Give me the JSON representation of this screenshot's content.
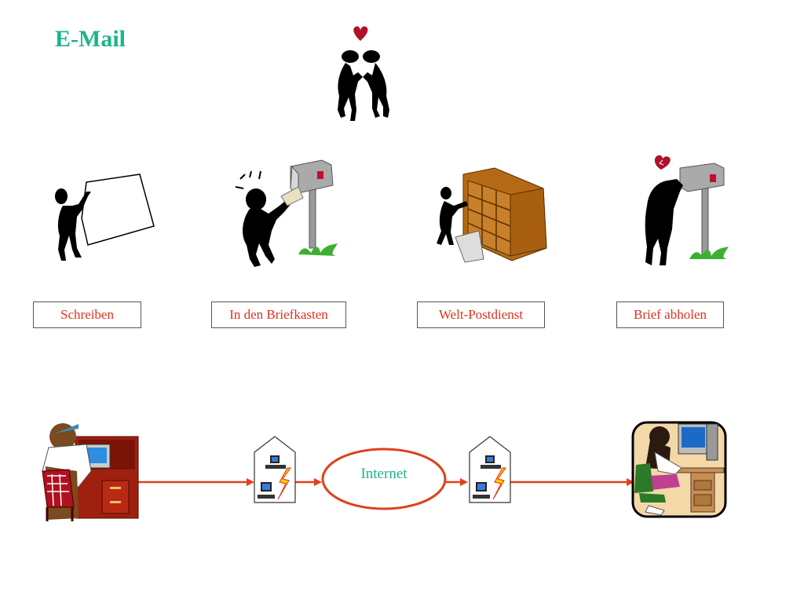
{
  "title": "E-Mail",
  "steps": [
    {
      "label": "Schreiben"
    },
    {
      "label": "In den Briefkasten"
    },
    {
      "label": "Welt-Postdienst"
    },
    {
      "label": "Brief abholen"
    }
  ],
  "network": {
    "cloud_label": "Internet"
  },
  "colors": {
    "title": "#1ab58c",
    "step_text": "#e0321e",
    "arrow": "#e0401a",
    "internet_label": "#1ab58c",
    "heart": "#b0102a",
    "shelf": "#b46a14"
  },
  "icons": {
    "kissing_couple": "couple-heart-icon",
    "writing": "person-writing-letter-icon",
    "mailbox_drop": "person-posting-mailbox-icon",
    "post_service": "post-sorting-shelf-icon",
    "mailbox_check": "person-checking-mailbox-icon",
    "sender": "bear-at-computer-icon",
    "server": "server-house-icon",
    "receiver": "woman-at-computer-icon"
  }
}
